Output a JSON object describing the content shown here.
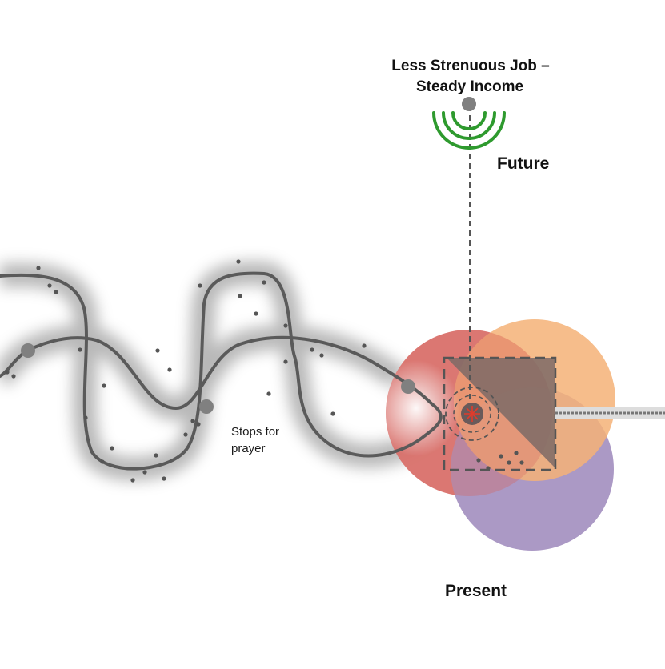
{
  "labels": {
    "future_goal_line1": "Less Strenuous Job –",
    "future_goal_line2": "Steady Income",
    "future": "Future",
    "present": "Present",
    "stop_line1": "Stops for",
    "stop_line2": "prayer"
  },
  "colors": {
    "path": "#5a5a5a",
    "node": "#808080",
    "dot": "#555555",
    "signal_arcs": "#2e9a2e",
    "circle_red": "#d9716b",
    "circle_orange": "#f5b277",
    "circle_purple": "#a794c2",
    "triangle": "#7d6a66",
    "center_burst": "#e03b2b",
    "dashed": "#555555",
    "background": "#ffffff"
  }
}
